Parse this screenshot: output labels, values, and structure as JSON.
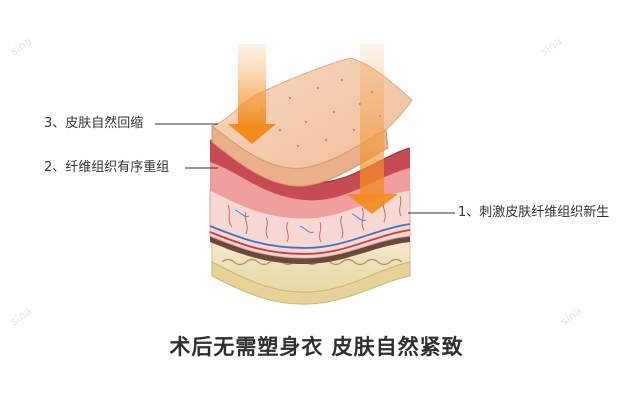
{
  "labels": {
    "label_3": "3、皮肤自然回缩",
    "label_2": "2、纤维组织有序重组",
    "label_1": "1、刺激皮肤纤维组织新生"
  },
  "caption": "术后无需塑身衣  皮肤自然紧致",
  "watermark": "sina",
  "colors": {
    "epidermis": "#f3c8a8",
    "epidermis_edge": "#e2ab86",
    "dermis_red": "#c74b55",
    "dermis_pink": "#ef9e9e",
    "vessel_layer": "#f6d2cd",
    "fat_layer": "#f2e4b8",
    "arrow": "#f28a1c",
    "line": "#333333"
  }
}
